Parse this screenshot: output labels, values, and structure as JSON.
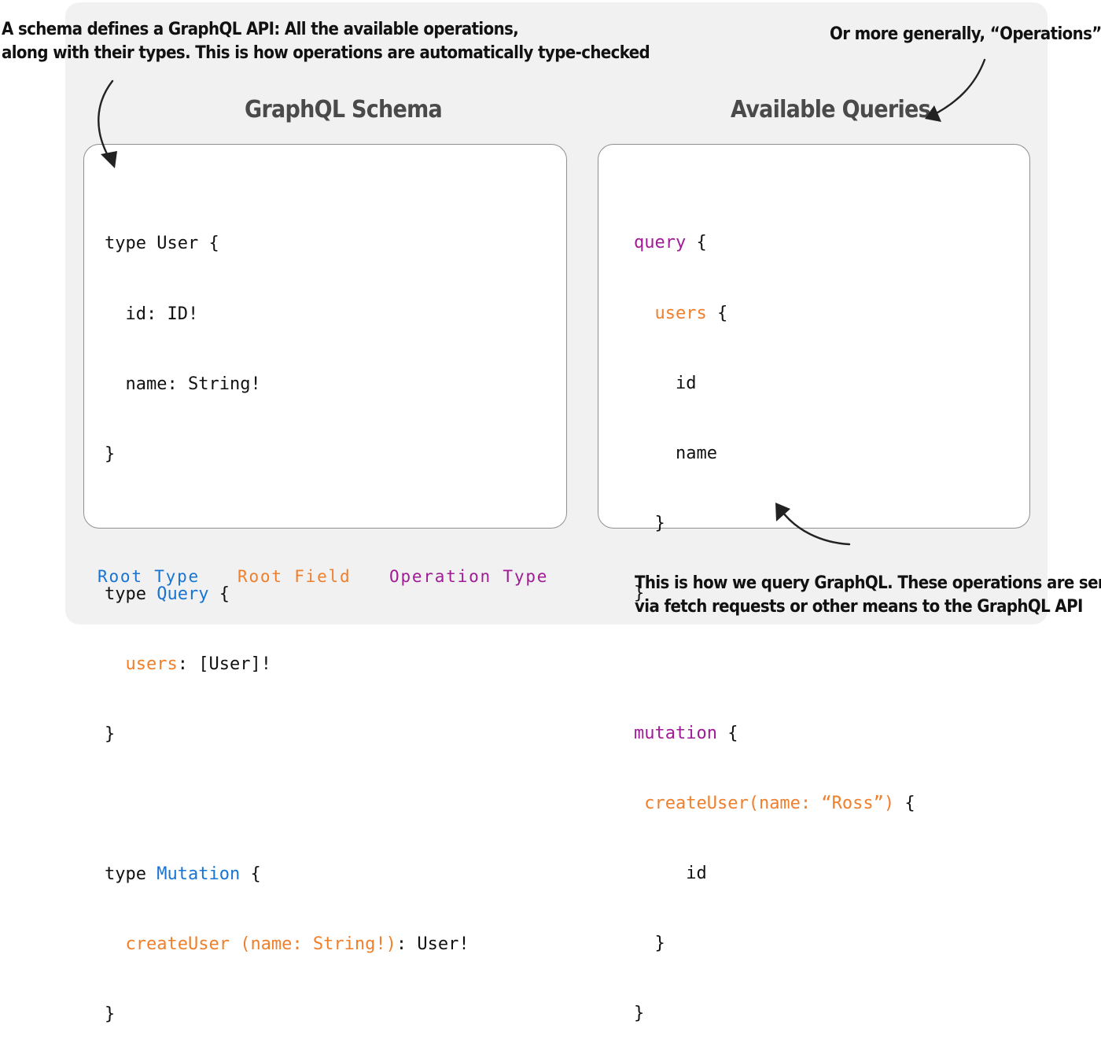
{
  "annotations": {
    "schema_note": [
      "A schema defines a GraphQL API: All the available operations,",
      "along with their types. This is how operations are automatically type-checked"
    ],
    "operations_note": "Or more generally, “Operations”",
    "query_note": [
      "This is how we query GraphQL. These operations are sent",
      "via fetch requests or other means to the GraphQL API"
    ]
  },
  "schema_panel": {
    "title": "GraphQL Schema",
    "code": {
      "user_type_open": [
        "type",
        "User",
        "{"
      ],
      "user_id": "id: ID!",
      "user_name": "name: String!",
      "close": "}",
      "query_type_open": [
        "type",
        "Query",
        "{"
      ],
      "users_field": "users",
      "users_type": ": [User]!",
      "mutation_type_open": [
        "type",
        "Mutation",
        "{"
      ],
      "create_user_field": "createUser (name: String!)",
      "create_user_type": ": User!"
    }
  },
  "queries_panel": {
    "title": "Available Queries",
    "code": {
      "query_keyword": "query",
      "open": "{",
      "users_field": "users",
      "id": "id",
      "name": "name",
      "close": "}",
      "mutation_keyword": "mutation",
      "create_user_call": "createUser(name: “Ross”)"
    }
  },
  "legend": {
    "root_type": "Root Type",
    "root_field": "Root Field",
    "operation_type": "Operation Type"
  },
  "colors": {
    "root_type": "#1874d2",
    "root_field": "#f07f2c",
    "operation_type": "#a01b95",
    "background_panel": "#f1f1f1"
  }
}
